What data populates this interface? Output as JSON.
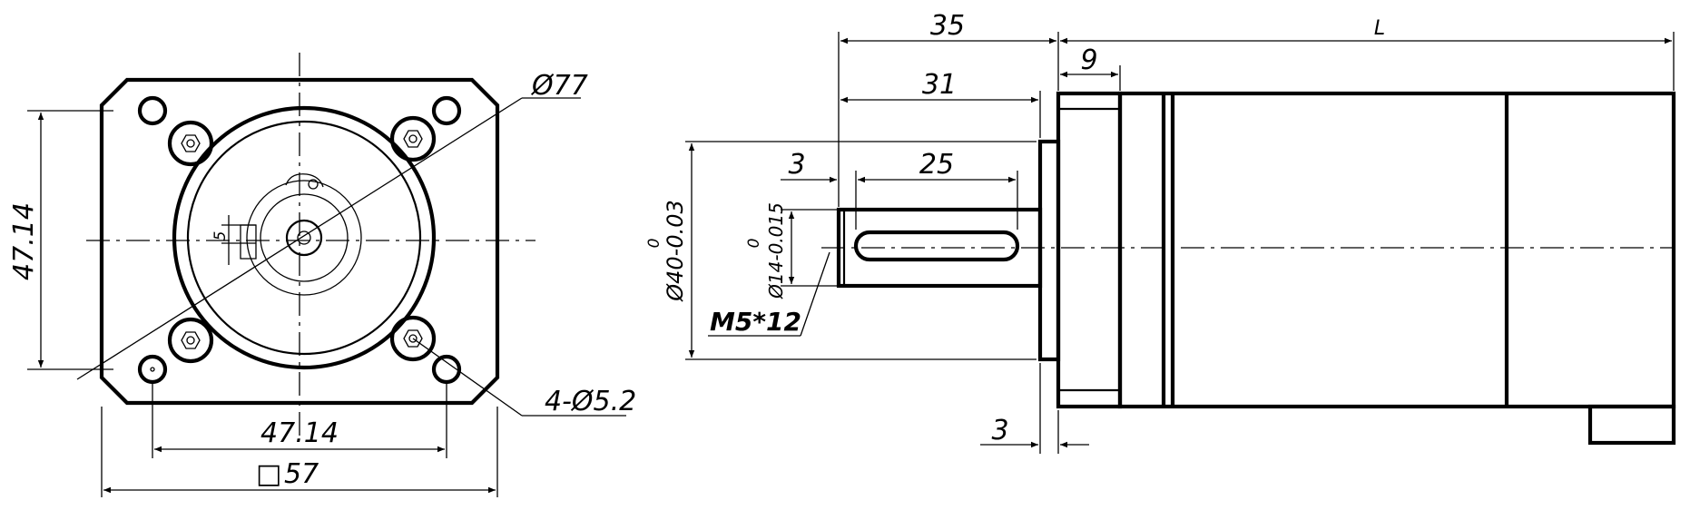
{
  "front_view": {
    "dim_height": "47.14",
    "dim_width": "47.14",
    "dim_square": "57",
    "square_symbol": "□",
    "dim_circle": "Ø77",
    "dim_holes": "4-Ø5.2",
    "dim_key": "5"
  },
  "side_view": {
    "dim_35": "35",
    "dim_L": "L",
    "dim_9": "9",
    "dim_31": "31",
    "dim_3_top": "3",
    "dim_25": "25",
    "dim_pilot": "Ø40-0.03",
    "dim_pilot_upper": "0",
    "dim_shaft": "Ø14-0.015",
    "dim_shaft_upper": "0",
    "thread": "M5*12",
    "dim_3_bottom": "3"
  }
}
